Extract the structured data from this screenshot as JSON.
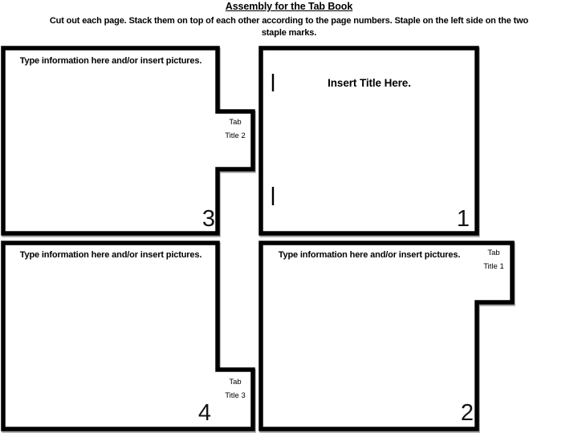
{
  "header": {
    "title": "Assembly for the Tab Book",
    "instructions_lines": [
      "Cut out each page. Stack them on top of each other according to the page numbers. Staple on the left side on the two",
      "staple marks."
    ]
  },
  "pages": {
    "page1": {
      "title": "Insert Title Here.",
      "number": "1",
      "staple_marks_icon": "staple-mark-vertical-line",
      "staple_marks_count": 2
    },
    "page2": {
      "placeholder": "Type information here and/or insert pictures.",
      "tab_label": "Tab Title 1",
      "number": "2"
    },
    "page3": {
      "placeholder": "Type information here and/or insert pictures.",
      "tab_label": "Tab Title 2",
      "number": "3"
    },
    "page4": {
      "placeholder": "Type information here and/or insert pictures.",
      "tab_label": "Tab Title 3",
      "number": "4"
    }
  },
  "colors": {
    "ink": "#000000",
    "paper": "#ffffff",
    "shadow": "#828282"
  }
}
